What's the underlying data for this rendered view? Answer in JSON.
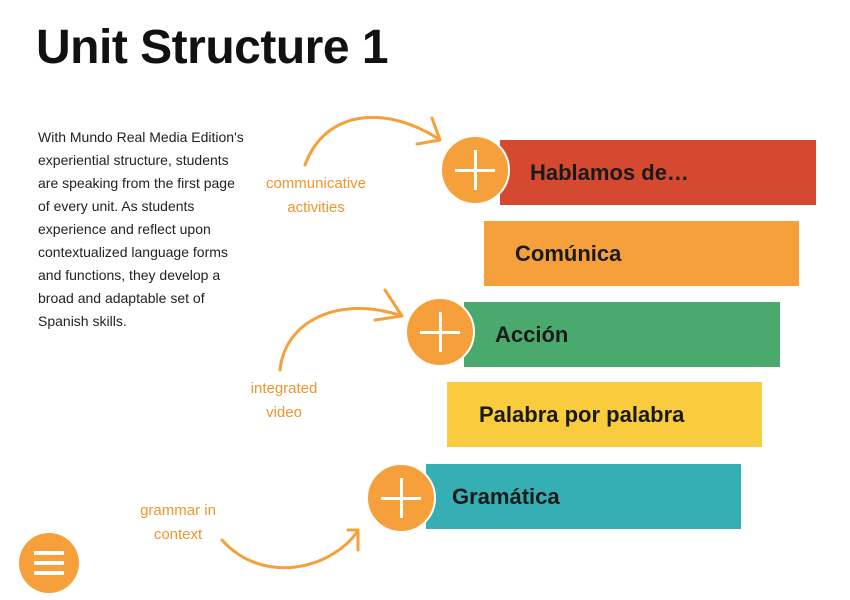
{
  "page": {
    "title": "Unit Structure 1",
    "description": "With Mundo Real Media Edition's experiential structure, students are speaking from the first page of every unit. As students experience and reflect upon contextualized language forms and functions, they develop a broad and adaptable set of Spanish skills."
  },
  "colors": {
    "accent": "#f5a03a",
    "label": "#f0952a",
    "hablamos": "#d4492f",
    "comunica": "#f5a03a",
    "accion": "#4aa96c",
    "palabra": "#f8cc3c",
    "gramatica": "#35aeb4"
  },
  "sections": [
    {
      "label": "Hablamos de…"
    },
    {
      "label": "Comúnica"
    },
    {
      "label": "Acción"
    },
    {
      "label": "Palabra por palabra"
    },
    {
      "label": "Gramática"
    }
  ],
  "annotations": {
    "communicative": {
      "line1": "communicative",
      "line2": "activities"
    },
    "video": {
      "line1": "integrated",
      "line2": "video"
    },
    "grammar": {
      "line1": "grammar in",
      "line2": "context"
    }
  },
  "icons": {
    "expand": "plus-icon",
    "menu": "hamburger-menu-icon"
  }
}
